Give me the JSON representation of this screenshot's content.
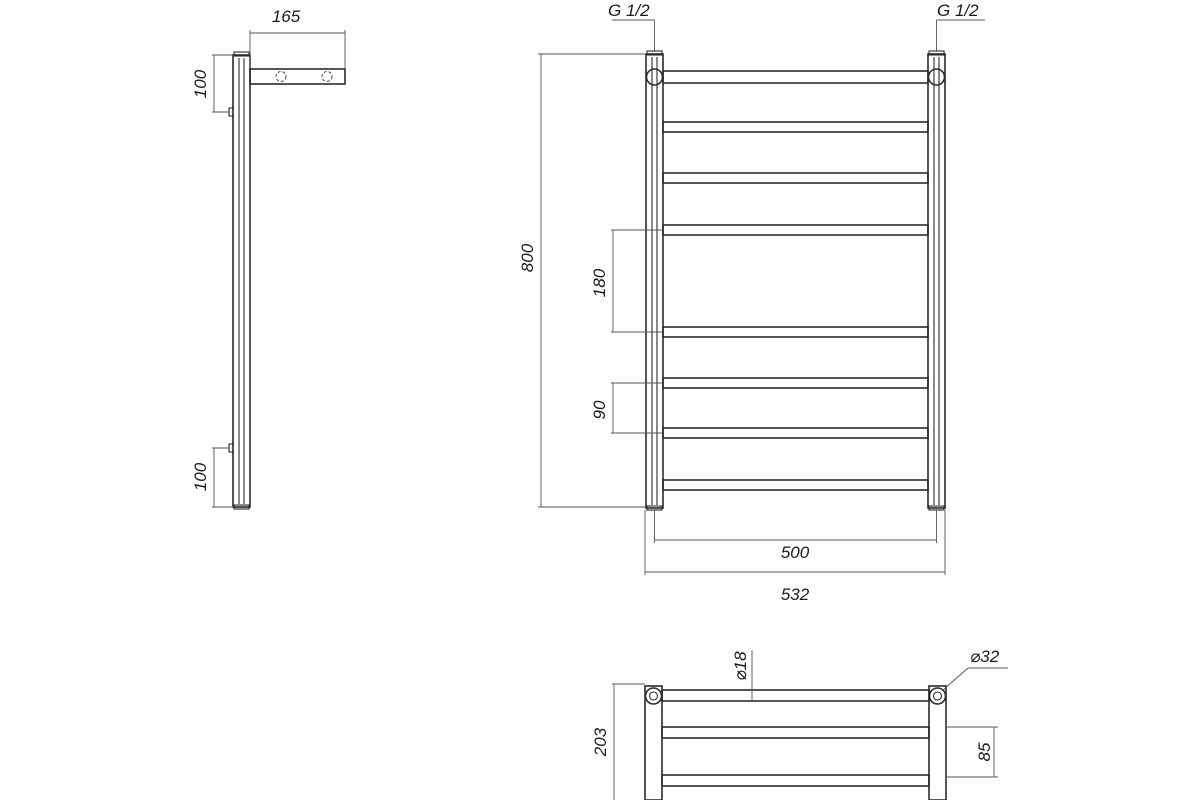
{
  "labels": {
    "side_width": "165",
    "side_top_offset": "100",
    "side_bottom_offset": "100",
    "thread_left": "G 1/2",
    "thread_right": "G 1/2",
    "height": "800",
    "bar_gap_large": "180",
    "bar_gap_small": "90",
    "center_distance": "500",
    "total_width": "532",
    "bar_diameter": "⌀18",
    "post_diameter": "⌀32",
    "depth": "203",
    "shelf_spacing": "85"
  }
}
